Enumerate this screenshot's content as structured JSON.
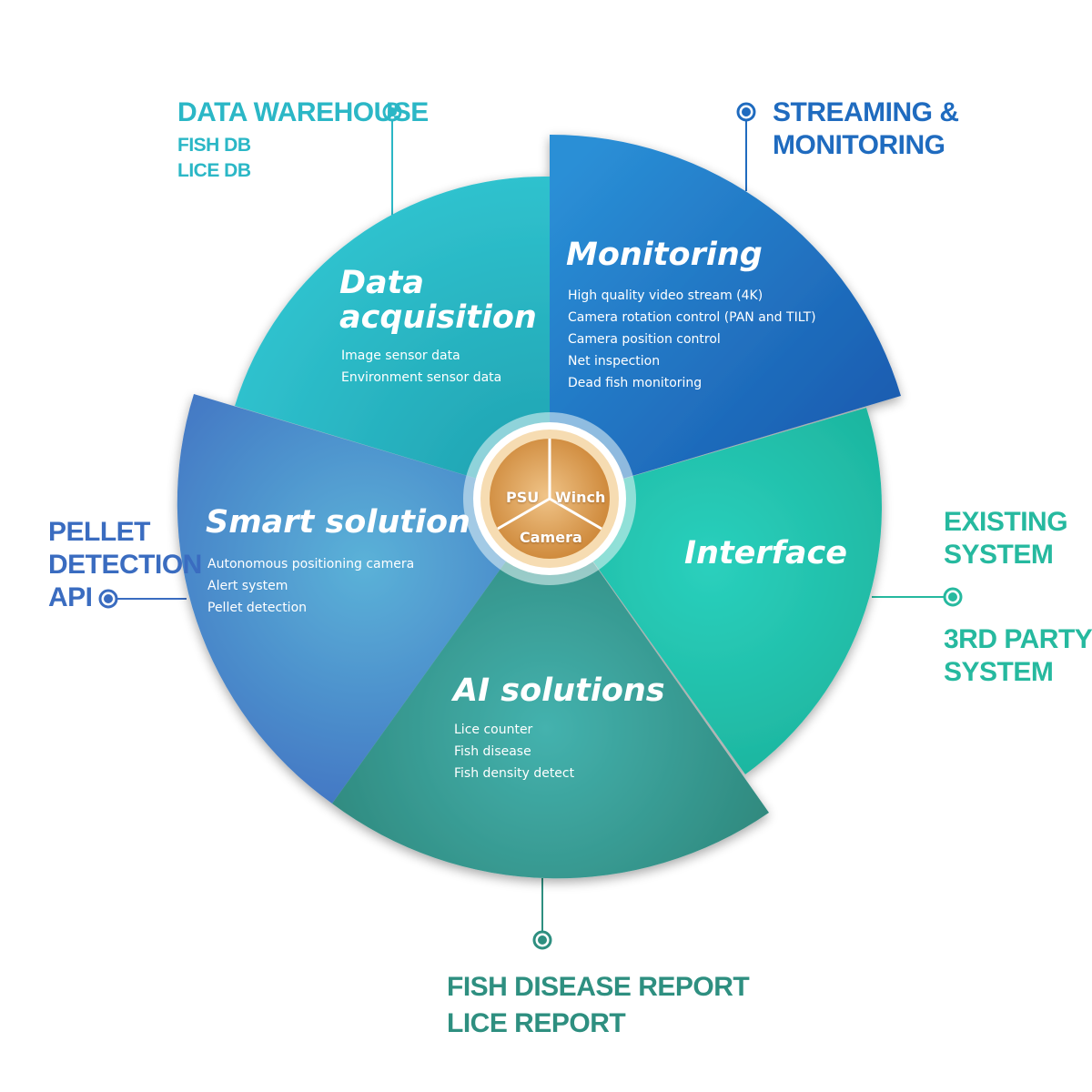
{
  "diagram": {
    "segments": [
      {
        "title": "Data acquisition",
        "items": [
          "Image sensor data",
          "Environment sensor data"
        ],
        "color": "#27b5c5"
      },
      {
        "title": "Monitoring",
        "items": [
          "High quality video stream (4K)",
          "Camera rotation control (PAN and TILT)",
          "Camera position control",
          "Net inspection",
          "Dead fish monitoring"
        ],
        "color": "#1f6fc0"
      },
      {
        "title": "Interface",
        "items": [],
        "color": "#22c7ad"
      },
      {
        "title": "AI solutions",
        "items": [
          "Lice counter",
          "Fish disease",
          "Fish density detect"
        ],
        "color": "#2e9a8e"
      },
      {
        "title": "Smart solution",
        "items": [
          "Autonomous positioning camera",
          "Alert system",
          "Pellet detection"
        ],
        "color": "#3f86c9"
      }
    ],
    "hub": {
      "labels": [
        "PSU",
        "Winch",
        "Camera"
      ],
      "color": "#e0a45c"
    },
    "callouts": {
      "data_warehouse": {
        "title": "DATA WAREHOUSE",
        "lines": [
          "FISH DB",
          "LICE DB"
        ],
        "color": "#2bb7c6"
      },
      "streaming": {
        "lines": [
          "STREAMING &",
          "MONITORING"
        ],
        "color": "#1f6bbf"
      },
      "existing": {
        "lines": [
          "EXISTING",
          "SYSTEM"
        ],
        "color": "#26b99f"
      },
      "third_party": {
        "lines": [
          "3RD PARTY",
          "SYSTEM"
        ],
        "color": "#26b99f"
      },
      "reports": {
        "lines": [
          "FISH DISEASE REPORT",
          "LICE REPORT"
        ],
        "color": "#2e8f80"
      },
      "pellet": {
        "lines": [
          "PELLET",
          "DETECTION",
          "API"
        ],
        "color": "#3a6cc0"
      }
    }
  }
}
